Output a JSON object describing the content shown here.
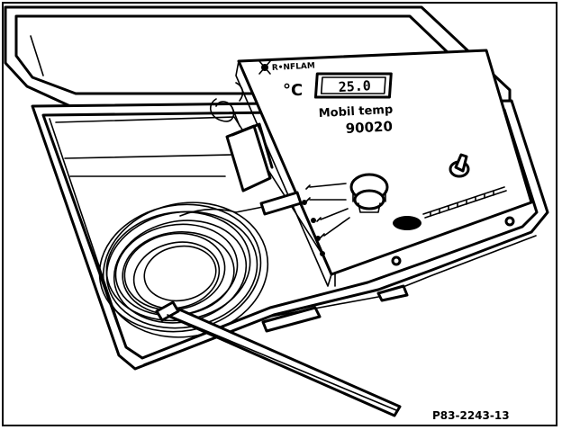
{
  "device": {
    "brand": "R•NFLAM",
    "unit": "°C",
    "display_value": "25.0",
    "name": "Mobil temp",
    "model": "90020"
  },
  "figure_code": "P83-2243-13",
  "icons": [
    "thermometer-probe-icon",
    "knob-icon",
    "toggle-switch-icon",
    "clip-sensor-icon"
  ]
}
